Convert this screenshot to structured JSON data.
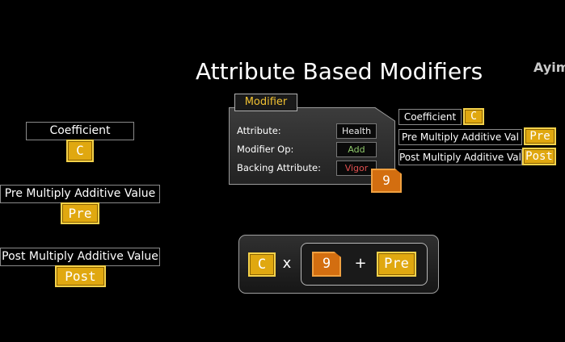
{
  "title": "Attribute Based Modifiers",
  "corner_text": "Ayim",
  "left_legend": {
    "coefficient": {
      "label": "Coefficient",
      "badge": "C"
    },
    "pre": {
      "label": "Pre Multiply Additive Value",
      "badge": "Pre"
    },
    "post": {
      "label": "Post Multiply Additive Value",
      "badge": "Post"
    }
  },
  "modifier": {
    "tab": "Modifier",
    "rows": [
      {
        "label": "Attribute:",
        "value": "Health"
      },
      {
        "label": "Modifier Op:",
        "value": "Add"
      },
      {
        "label": "Backing Attribute:",
        "value": "Vigor"
      }
    ],
    "backing_value": "9",
    "colors": {
      "health": "#e8e8e8",
      "add": "#8fc86a",
      "vigor": "#e05050",
      "tab": "#f2c232"
    }
  },
  "right_legend": {
    "coefficient": {
      "label": "Coefficient",
      "badge": "C"
    },
    "pre": {
      "label": "Pre Multiply Additive Val",
      "badge": "Pre"
    },
    "post": {
      "label": "Post Multiply Additive Val",
      "badge": "Post"
    }
  },
  "formula": {
    "coefficient": "C",
    "times": "x",
    "value": "9",
    "plus": "+",
    "pre": "Pre"
  },
  "accent": {
    "gold": "#e0a810",
    "orange": "#d36e10"
  }
}
